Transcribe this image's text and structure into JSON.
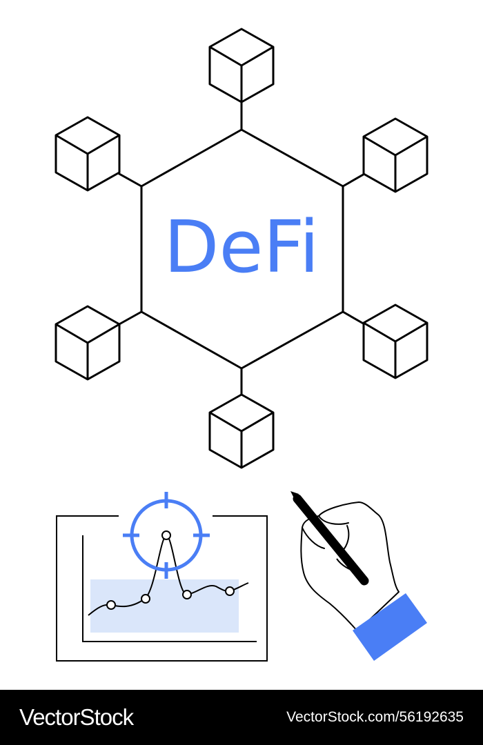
{
  "title_text": "DeFi",
  "footer": {
    "brand": "VectorStock",
    "image_id": "VectorStock.com/56192635"
  },
  "colors": {
    "line": "#000000",
    "accent": "#4a7ef5",
    "fill_light": "#dae6fa",
    "background": "#ffffff",
    "footer_bg": "#000000",
    "footer_text": "#ffffff"
  },
  "icons": [
    "cube-icon",
    "hexagon-frame",
    "target-crosshair-icon",
    "line-chart-icon",
    "hand-with-pen-icon"
  ]
}
